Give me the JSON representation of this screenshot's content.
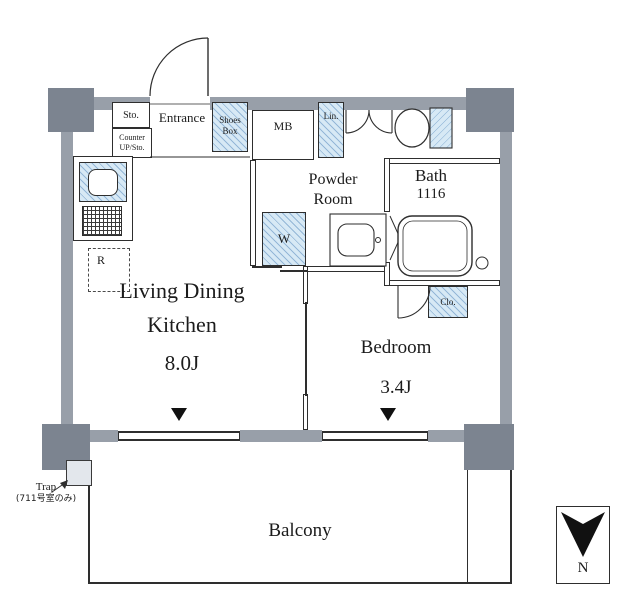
{
  "colors": {
    "wall": "#989fa9",
    "pillar": "#7c8490",
    "fixture-blue": "#d7e9f5",
    "line": "#2e2e2e"
  },
  "labels": {
    "storage": "Sto.",
    "entrance": "Entrance",
    "counter_line1": "Counter",
    "counter_line2": "UP/Sto.",
    "shoes_line1": "Shoes",
    "shoes_line2": "Box",
    "meter_box": "MB",
    "linen": "Lin.",
    "powder_line1": "Powder",
    "powder_line2": "Room",
    "bath": "Bath",
    "bath_size": "1116",
    "washer": "W",
    "refrigerator": "R",
    "ldk_line1": "Living Dining",
    "ldk_line2": "Kitchen",
    "ldk_size": "8.0J",
    "bedroom": "Bedroom",
    "bedroom_size": "3.4J",
    "closet": "Clo.",
    "balcony": "Balcony",
    "trap_line1": "Trap",
    "trap_line2": "(711号室のみ)",
    "compass": "N"
  }
}
